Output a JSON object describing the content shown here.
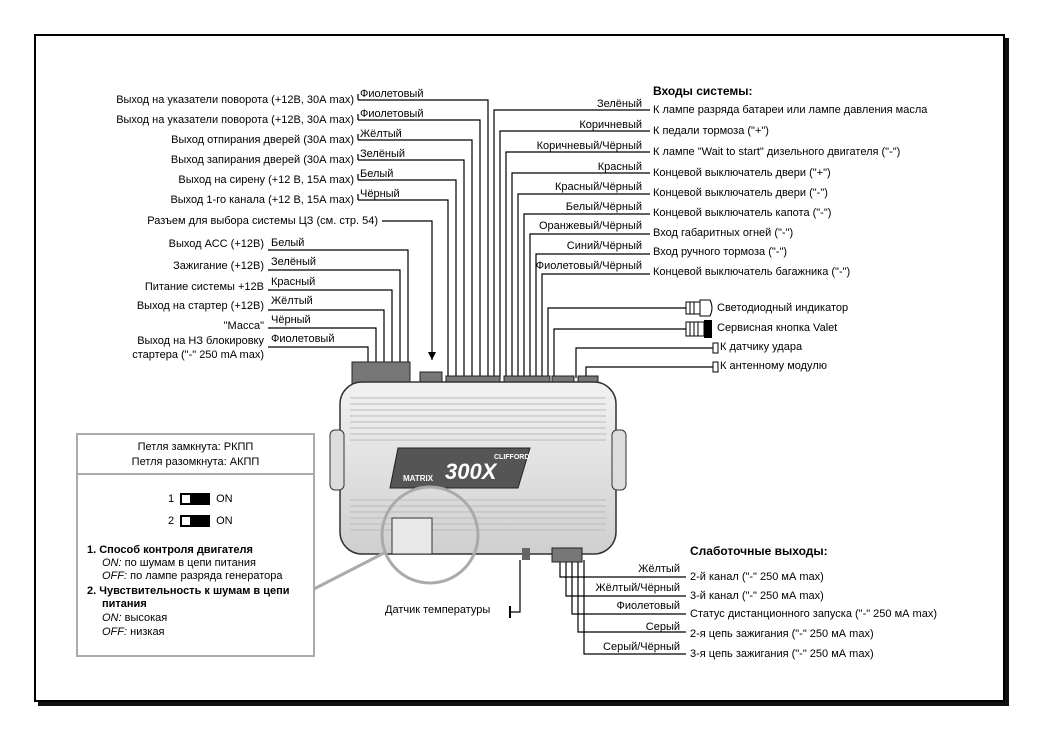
{
  "left_outputs": [
    {
      "desc": "Выход на указатели поворота (+12В, 30А max)",
      "color": "Фиолетовый"
    },
    {
      "desc": "Выход на указатели поворота (+12В, 30А max)",
      "color": "Фиолетовый"
    },
    {
      "desc": "Выход отпирания дверей (30А max)",
      "color": "Жёлтый"
    },
    {
      "desc": "Выход запирания дверей (30А max)",
      "color": "Зелёный"
    },
    {
      "desc": "Выход на сирену (+12 В, 15А max)",
      "color": "Белый"
    },
    {
      "desc": "Выход 1-го канала (+12 В, 15А max)",
      "color": "Чёрный"
    }
  ],
  "cz_connector": "Разъем для выбора системы ЦЗ (см. стр. 54)",
  "left_power": [
    {
      "desc": "Выход АСС (+12В)",
      "color": "Белый"
    },
    {
      "desc": "Зажигание (+12В)",
      "color": "Зелёный"
    },
    {
      "desc": "Питание системы +12В",
      "color": "Красный"
    },
    {
      "desc": "Выход на стартер (+12В)",
      "color": "Жёлтый"
    },
    {
      "desc": "\"Масса\"",
      "color": "Чёрный"
    }
  ],
  "starter_block": {
    "line1": "Выход на НЗ блокировку",
    "line2": "стартера (\"-\" 250 mA max)",
    "color": "Фиолетовый"
  },
  "inputs": {
    "title": "Входы системы:",
    "items": [
      {
        "color": "Зелёный",
        "desc": "К лампе разряда батареи или лампе давления масла"
      },
      {
        "color": "Коричневый",
        "desc": "К педали тормоза (\"+\")"
      },
      {
        "color": "Коричневый/Чёрный",
        "desc": "К лампе \"Wait to start\" дизельного двигателя (\"-\")"
      },
      {
        "color": "Красный",
        "desc": "Концевой выключатель двери (\"+\")"
      },
      {
        "color": "Красный/Чёрный",
        "desc": "Концевой выключатель двери (\"-\")"
      },
      {
        "color": "Белый/Чёрный",
        "desc": "Концевой выключатель капота (\"-\")"
      },
      {
        "color": "Оранжевый/Чёрный",
        "desc": "Вход габаритных огней (\"-\")"
      },
      {
        "color": "Синий/Чёрный",
        "desc": "Вход ручного тормоза (\"-\")"
      },
      {
        "color": "Фиолетовый/Чёрный",
        "desc": "Концевой выключатель багажника (\"-\")"
      }
    ]
  },
  "peripherals": {
    "led": "Светодиодный индикатор",
    "valet": "Сервисная кнопка Valet",
    "shock": "К датчику удара",
    "antenna": "К антенному модулю"
  },
  "device": {
    "brand": "CLIFFORD",
    "model_prefix": "MATRIX",
    "model": "300X"
  },
  "temperature_sensor": "Датчик температуры",
  "low_outputs": {
    "title": "Слаботочные выходы:",
    "items": [
      {
        "color": "Жёлтый",
        "desc": "2-й канал (\"-\" 250 мА max)"
      },
      {
        "color": "Жёлтый/Чёрный",
        "desc": "3-й канал (\"-\" 250 мА max)"
      },
      {
        "color": "Фиолетовый",
        "desc": "Статус дистанционного запуска (\"-\" 250 мА max)"
      },
      {
        "color": "Серый",
        "desc": "2-я цепь зажигания (\"-\" 250 мА max)"
      },
      {
        "color": "Серый/Чёрный",
        "desc": "3-я цепь зажигания (\"-\" 250 мА max)"
      }
    ]
  },
  "panel": {
    "loop_closed": "Петля замкнута: РКПП",
    "loop_open": "Петля разомкнута: АКПП",
    "switch1_num": "1",
    "switch1_label": "ON",
    "switch2_num": "2",
    "switch2_label": "ON",
    "item1_title": "1. Способ контроля двигателя",
    "item1_on_key": "ON:",
    "item1_on": "по шумам в цепи питания",
    "item1_off_key": "OFF:",
    "item1_off": "по лампе разряда генератора",
    "item2_title_a": "2. Чувствительность к шумам в цепи",
    "item2_title_b": "питания",
    "item2_on_key": "ON:",
    "item2_on": "высокая",
    "item2_off_key": "OFF:",
    "item2_off": "низкая"
  }
}
